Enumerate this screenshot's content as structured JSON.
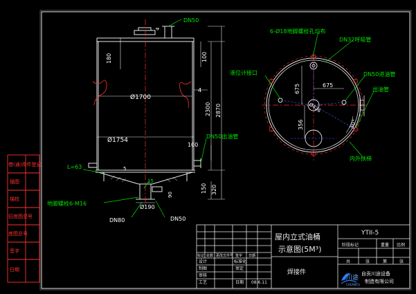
{
  "elevation": {
    "labels": {
      "dn50_top": "DN50",
      "dim_4_top": "4",
      "dim_180": "180",
      "dim_100_top": "100",
      "dia_1700": "Ø1700",
      "dim_4_mid": "4",
      "dim_2300": "2300",
      "dim_2870": "2870",
      "dia_1754": "Ø1754",
      "dim_100_mid": "100",
      "dn50_outlet": "DN50出油管",
      "l63": "L=63",
      "dim_5": "5",
      "dim_150": "150",
      "dim_15": "15",
      "dim_90": "90",
      "dim_320": "320",
      "anchor_bolt": "地脚螺栓6-M16",
      "dia_190": "Ø190",
      "dn80": "DN80",
      "dn50_bottom": "DN50"
    }
  },
  "plan": {
    "labels": {
      "anchor_holes": "6-Ø18地脚螺栓孔均布",
      "breather": "DN32呼吸管",
      "level_gauge": "液位计接口",
      "inlet": "DN50进油管",
      "outlet": "出油管",
      "dim_675_v": "675",
      "dim_675_h": "675",
      "dia_426": "Ø426",
      "dim_356": "356",
      "dim_30deg": "30°",
      "ladder": "内外扶梯"
    }
  },
  "revision_column": {
    "labels": [
      "借(通)用件登记",
      "描图",
      "描校",
      "旧底图总号",
      "底图总号",
      "签字",
      "日期"
    ]
  },
  "title_block": {
    "title_line1": "屋内立式油桶",
    "title_line2": "示意图(5M³)",
    "subtitle": "焊接件",
    "drawing_no": "YTII-5",
    "header_cells": [
      "阶段标记",
      "重量",
      "比例"
    ],
    "sheet_cells": [
      "共",
      "张",
      "第",
      "张"
    ],
    "company_name": "川途",
    "company_line1": "自贡川途设备",
    "company_line2": "制造有限公司",
    "company_en": "CHUANTU",
    "sign_header": [
      "标记",
      "处数",
      "更改文件号",
      "签字",
      "日期"
    ],
    "sign_rows": [
      {
        "role": "设计",
        "role2": "标准化"
      },
      {
        "role": "制图",
        "role2": "审定"
      },
      {
        "role": "审核",
        "role2": ""
      },
      {
        "role": "工艺",
        "role2": "日期",
        "date": "08.6.11"
      }
    ]
  }
}
